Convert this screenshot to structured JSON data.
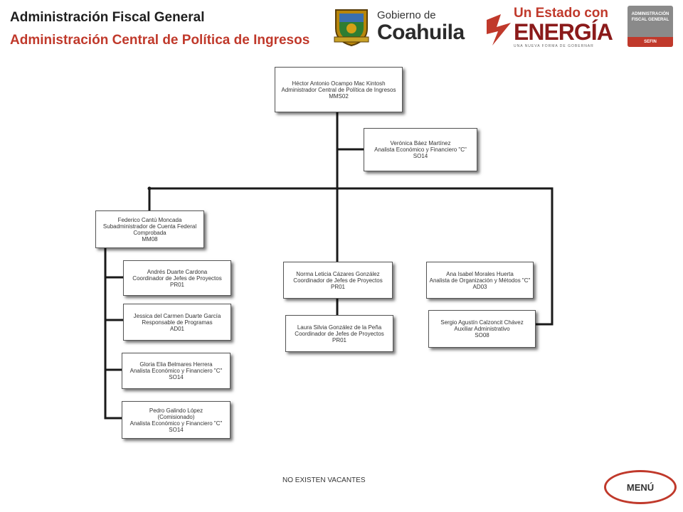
{
  "header": {
    "title": "Administración Fiscal General",
    "subtitle": "Administración Central de Política de Ingresos",
    "gobierno_top": "Gobierno de",
    "gobierno_name": "Coahuila",
    "slogan_top": "Un Estado con",
    "slogan_main": "ENERGÍA",
    "slogan_tag": "UNA NUEVA FORMA DE GOBERNAR",
    "afg_line1": "ADMINISTRACIÓN",
    "afg_line2": "FISCAL GENERAL",
    "afg_line3": "SEFIN"
  },
  "colors": {
    "accent": "#c0392b",
    "dark_red": "#8b1a1a",
    "badge_gray": "#8a8a8a"
  },
  "org": {
    "head": {
      "name": "Héctor Antonio Ocampo Mac Kintosh",
      "role": "Administrador Central de Política de Ingresos",
      "code": "MMS02"
    },
    "analyst": {
      "name": "Verónica Báez Martínez",
      "role": "Analista Económico y Financiero \"C\"",
      "code": "SO14"
    },
    "subadmin": {
      "name": "Federico Cantú Moncada",
      "role": "Subadministrador de Cuenta Federal Comprobada",
      "code": "MM08"
    },
    "andres": {
      "name": "Andrés Duarte Cardona",
      "role": "Coordinador de Jefes de Proyectos",
      "code": "PR01"
    },
    "jessica": {
      "name": "Jessica del Carmen Duarte García",
      "role": "Responsable de Programas",
      "code": "AD01"
    },
    "gloria": {
      "name": "Gloria Elia Belmares Herrera",
      "role": "Analista Económico y Financiero \"C\"",
      "code": "SO14"
    },
    "pedro": {
      "name": "Pedro Galindo López",
      "note": "(Comisionado)",
      "role": "Analista Económico y Financiero \"C\"",
      "code": "SO14"
    },
    "norma": {
      "name": "Norma Leticia Cázares González",
      "role": "Coordinador de Jefes de Proyectos",
      "code": "PR01"
    },
    "laura": {
      "name": "Laura Silvia González de la Peña",
      "role": "Coordinador de Jefes de Proyectos",
      "code": "PR01"
    },
    "ana": {
      "name": "Ana Isabel Morales Huerta",
      "role": "Analista de Organización y Métodos \"C\"",
      "code": "AD03"
    },
    "sergio": {
      "name": "Sergio Agustín Calzoncit Chávez",
      "role": "Auxiliar Administrativo",
      "code": "SO08"
    }
  },
  "footer": {
    "vacancies": "NO EXISTEN VACANTES",
    "menu_label": "MENÚ"
  }
}
